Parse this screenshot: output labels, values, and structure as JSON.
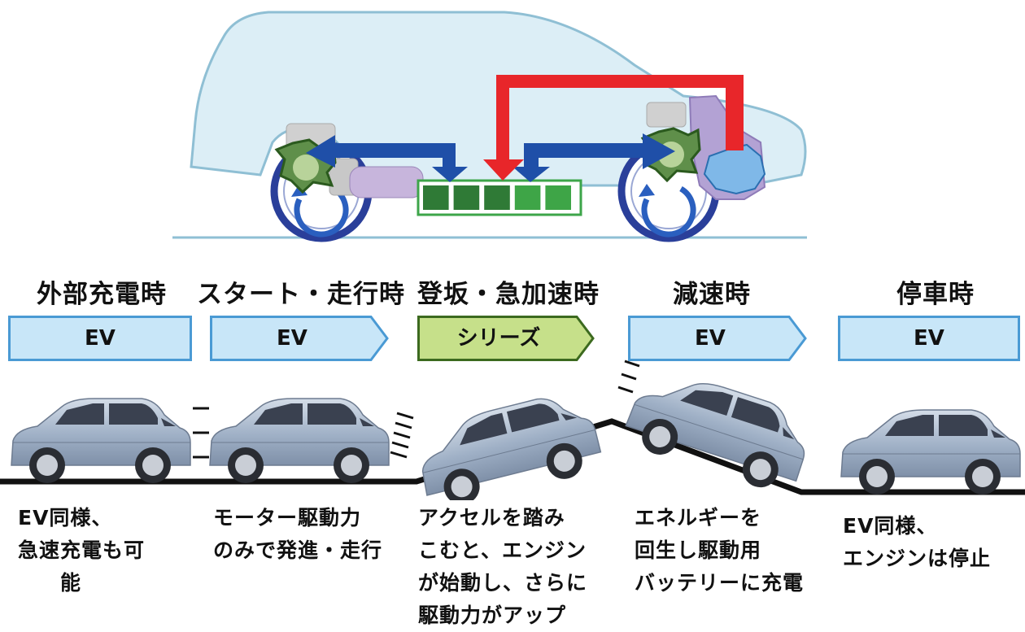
{
  "colors": {
    "body_fill": "#dceef6",
    "body_stroke": "#8fbfd4",
    "arrow_blue": "#1f4fa8",
    "arrow_red": "#e8262a",
    "battery_green": "#2f8a3a",
    "battery_border": "#3da54a",
    "badge_ev": "#c8e6f8",
    "badge_ev_stroke": "#4a9ad4",
    "badge_series": "#c6e08a",
    "badge_series_stroke": "#3c6a1f"
  },
  "battery": {
    "cells": 5
  },
  "modes": [
    {
      "heading": "外部充電時",
      "badge": "EV",
      "type": "ev",
      "description": "EV同様、\n急速充電も可\n　　能"
    },
    {
      "heading": "スタート・走行時",
      "badge": "EV",
      "type": "ev",
      "description": "モーター駆動力\nのみで発進・走行"
    },
    {
      "heading": "登坂・急加速時",
      "badge": "シリーズ",
      "type": "series",
      "description": "アクセルを踏み\nこむと、エンジン\nが始動し、さらに\n駆動力がアップ"
    },
    {
      "heading": "減速時",
      "badge": "EV",
      "type": "ev",
      "description": "エネルギーを\n回生し駆動用\nバッテリーに充電"
    },
    {
      "heading": "停車時",
      "badge": "EV",
      "type": "ev",
      "description": "EV同様、\nエンジンは停止"
    }
  ]
}
